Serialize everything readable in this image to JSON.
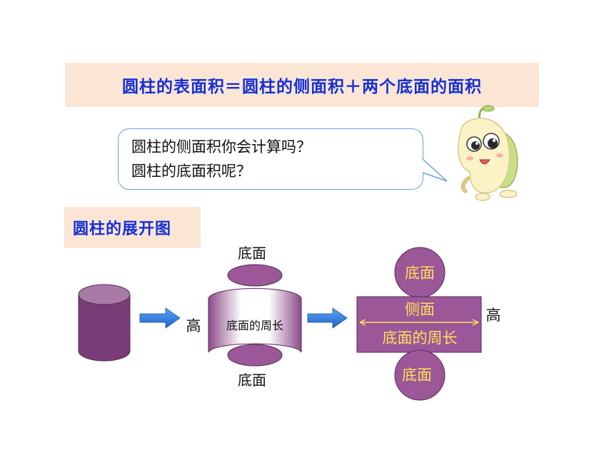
{
  "formula": {
    "text": "圆柱的表面积＝圆柱的侧面积＋两个底面的面积"
  },
  "bubble": {
    "line1": "圆柱的侧面积你会计算吗？",
    "line2": "圆柱的底面积呢？"
  },
  "section": {
    "title": "圆柱的展开图"
  },
  "cylinder_open": {
    "top_label": "底面",
    "bottom_label": "底面",
    "height_label": "高",
    "circumference_label": "底面的周长"
  },
  "net": {
    "top_circle_label": "底面",
    "bottom_circle_label": "底面",
    "lateral_label": "侧面",
    "circumference_label": "底面的周长",
    "height_label": "高"
  },
  "colors": {
    "purple": "#9b5797",
    "purple_dark": "#7a3c77",
    "gold_text": "#ffe15a",
    "arrow_blue": "#2f7de0",
    "banner_bg": "#fbe6d6",
    "formula_blue": "#1530d8"
  },
  "icons": {
    "mascot": "sprout-mascot-icon",
    "arrow": "right-arrow-icon"
  }
}
